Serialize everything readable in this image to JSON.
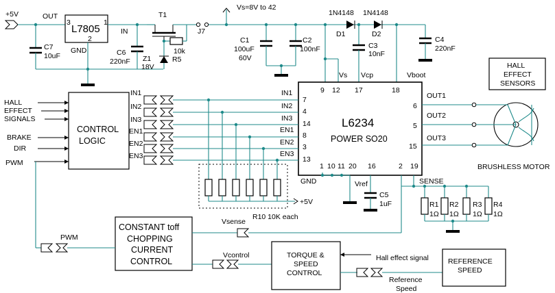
{
  "supply": {
    "plus5v_in": "+5V",
    "out": "OUT",
    "in": "IN",
    "gnd": "GND",
    "reg_name": "L7805",
    "pin3": "3",
    "pin2": "2",
    "pin1": "1",
    "c7": "C7",
    "c7_val": "10uF",
    "c6": "C6",
    "c6_val": "220nF",
    "t1": "T1",
    "z1": "Z1",
    "z1_val": "18V",
    "r5": "R5",
    "r5_val": "10k",
    "j7": "J7",
    "vs_range": "Vs=8V to 42",
    "c1": "C1",
    "c1_val": "100uF",
    "c1_v": "60V",
    "c2": "C2",
    "c2_val": "100nF",
    "d1": "D1",
    "d1_part": "1N4148",
    "d2": "D2",
    "d2_part": "1N4148",
    "c3": "C3",
    "c3_val": "10nF",
    "c4": "C4",
    "c4_val": "220nF"
  },
  "chip": {
    "name": "L6234",
    "package": "POWER SO20",
    "pin_labels": {
      "vs": "Vs",
      "vcp": "Vcp",
      "vboot": "Vboot",
      "gnd": "GND",
      "vref": "Vref",
      "sense": "SENSE"
    },
    "pin_numbers": {
      "p9": "9",
      "p12": "12",
      "p17": "17",
      "p18": "18",
      "p7": "7",
      "p4": "4",
      "p14": "14",
      "p8": "8",
      "p3": "3",
      "p13": "13",
      "p6": "6",
      "p5": "5",
      "p15": "15",
      "p1": "1",
      "p10": "10",
      "p11": "11",
      "p20": "20",
      "p16": "16",
      "p2": "2",
      "p19": "19"
    },
    "inputs": [
      "IN1",
      "IN2",
      "IN3",
      "EN1",
      "EN2",
      "EN3"
    ],
    "outputs": [
      "OUT1",
      "OUT2",
      "OUT3"
    ]
  },
  "control_logic": {
    "title_line1": "CONTROL",
    "title_line2": "LOGIC",
    "inputs": {
      "hall1": "HALL",
      "hall2": "EFFECT",
      "hall3": "SIGNALS",
      "brake": "BRAKE",
      "dir": "DIR",
      "pwm": "PWM"
    },
    "outputs": [
      "IN1",
      "IN2",
      "IN3",
      "EN1",
      "EN2",
      "EN3"
    ]
  },
  "pullups": {
    "label": "R10 10K each",
    "supply": "+5V"
  },
  "sense_network": {
    "c5": "C5",
    "c5_val": "1uF",
    "resistors": [
      {
        "name": "R1",
        "value": "1Ω"
      },
      {
        "name": "R2",
        "value": "1Ω"
      },
      {
        "name": "R3",
        "value": "1Ω"
      },
      {
        "name": "R4",
        "value": "1Ω"
      }
    ]
  },
  "motor": {
    "sensor_line1": "HALL",
    "sensor_line2": "EFFECT",
    "sensor_line3": "SENSORS",
    "label": "BRUSHLESS MOTOR"
  },
  "chopping": {
    "line1": "CONSTANT toff",
    "line2": "CHOPPING",
    "line3": "CURRENT",
    "line4": "CONTROL",
    "pwm": "PWM",
    "vsense": "Vsense",
    "vcontrol": "Vcontrol"
  },
  "torque": {
    "line1": "TORQUE &",
    "line2": "SPEED",
    "line3": "CONTROL",
    "hall_signal": "Hall effect signal",
    "ref_speed_line1": "Reference",
    "ref_speed_line2": "Speed"
  },
  "reference": {
    "line1": "REFERENCE",
    "line2": "SPEED"
  }
}
